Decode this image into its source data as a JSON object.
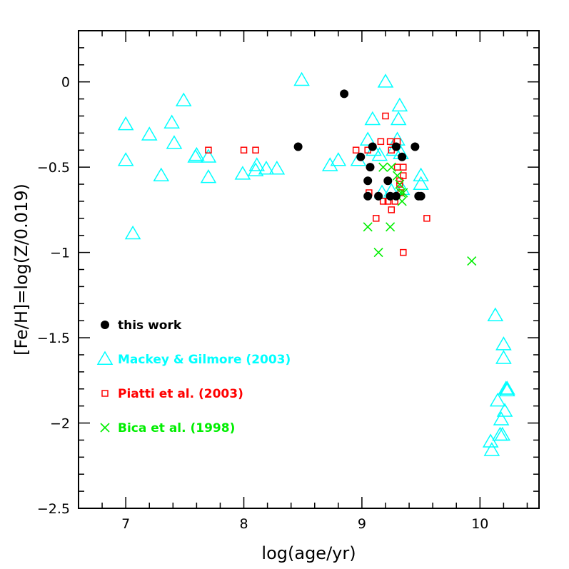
{
  "chart_data": {
    "type": "scatter",
    "xlabel": "log(age/yr)",
    "ylabel": "[Fe/H]=log(Z/0.019)",
    "xlim": [
      6.6,
      10.5
    ],
    "ylim": [
      -2.5,
      0.3
    ],
    "x_ticks": [
      {
        "value": 7,
        "label": "7"
      },
      {
        "value": 8,
        "label": "8"
      },
      {
        "value": 9,
        "label": "9"
      },
      {
        "value": 10,
        "label": "10"
      }
    ],
    "y_ticks": [
      {
        "value": 0,
        "label": "0"
      },
      {
        "value": -0.5,
        "label": "-0.5"
      },
      {
        "value": -1,
        "label": "-1"
      },
      {
        "value": -1.5,
        "label": "-1.5"
      },
      {
        "value": -2,
        "label": "-2"
      },
      {
        "value": -2.5,
        "label": "-2.5"
      }
    ],
    "legend_position": "lower-left",
    "grid": false,
    "series": [
      {
        "name": "this work",
        "marker": "circle-filled",
        "color": "#000000",
        "points": [
          [
            8.46,
            -0.38
          ],
          [
            8.85,
            -0.07
          ],
          [
            8.99,
            -0.44
          ],
          [
            9.05,
            -0.58
          ],
          [
            9.05,
            -0.67
          ],
          [
            9.07,
            -0.5
          ],
          [
            9.09,
            -0.38
          ],
          [
            9.14,
            -0.67
          ],
          [
            9.22,
            -0.58
          ],
          [
            9.24,
            -0.67
          ],
          [
            9.29,
            -0.67
          ],
          [
            9.29,
            -0.38
          ],
          [
            9.34,
            -0.44
          ],
          [
            9.45,
            -0.38
          ],
          [
            9.48,
            -0.67
          ],
          [
            9.5,
            -0.67
          ]
        ]
      },
      {
        "name": "Mackey & Gilmore (2003)",
        "marker": "triangle-open",
        "color": "#00ffff",
        "points": [
          [
            7.0,
            -0.25
          ],
          [
            7.0,
            -0.46
          ],
          [
            7.06,
            -0.89
          ],
          [
            7.2,
            -0.31
          ],
          [
            7.3,
            -0.55
          ],
          [
            7.39,
            -0.24
          ],
          [
            7.41,
            -0.36
          ],
          [
            7.49,
            -0.11
          ],
          [
            7.59,
            -0.44
          ],
          [
            7.6,
            -0.43
          ],
          [
            7.7,
            -0.56
          ],
          [
            7.7,
            -0.44
          ],
          [
            7.99,
            -0.54
          ],
          [
            8.1,
            -0.52
          ],
          [
            8.11,
            -0.49
          ],
          [
            8.19,
            -0.51
          ],
          [
            8.28,
            -0.51
          ],
          [
            8.49,
            0.01
          ],
          [
            8.73,
            -0.49
          ],
          [
            8.8,
            -0.46
          ],
          [
            8.97,
            -0.46
          ],
          [
            9.05,
            -0.34
          ],
          [
            9.09,
            -0.22
          ],
          [
            9.1,
            -0.4
          ],
          [
            9.15,
            -0.43
          ],
          [
            9.17,
            -0.65
          ],
          [
            9.2,
            0.0
          ],
          [
            9.25,
            -0.64
          ],
          [
            9.27,
            -0.4
          ],
          [
            9.3,
            -0.34
          ],
          [
            9.31,
            -0.22
          ],
          [
            9.32,
            -0.14
          ],
          [
            9.33,
            -0.42
          ],
          [
            9.34,
            -0.63
          ],
          [
            9.5,
            -0.55
          ],
          [
            9.5,
            -0.6
          ],
          [
            10.13,
            -1.37
          ],
          [
            10.15,
            -1.87
          ],
          [
            10.17,
            -2.07
          ],
          [
            10.18,
            -1.98
          ],
          [
            10.19,
            -2.07
          ],
          [
            10.2,
            -1.54
          ],
          [
            10.2,
            -1.62
          ],
          [
            10.21,
            -1.93
          ],
          [
            10.22,
            -1.8
          ],
          [
            10.23,
            -1.8
          ],
          [
            10.23,
            -1.81
          ],
          [
            10.09,
            -2.11
          ],
          [
            10.1,
            -2.16
          ]
        ]
      },
      {
        "name": "Piatti et al. (2003)",
        "marker": "square-open",
        "color": "#ff0000",
        "points": [
          [
            7.7,
            -0.4
          ],
          [
            8.0,
            -0.4
          ],
          [
            8.1,
            -0.4
          ],
          [
            8.95,
            -0.4
          ],
          [
            9.05,
            -0.4
          ],
          [
            9.06,
            -0.65
          ],
          [
            9.12,
            -0.8
          ],
          [
            9.16,
            -0.35
          ],
          [
            9.18,
            -0.7
          ],
          [
            9.2,
            -0.2
          ],
          [
            9.22,
            -0.7
          ],
          [
            9.24,
            -0.35
          ],
          [
            9.25,
            -0.75
          ],
          [
            9.25,
            -0.4
          ],
          [
            9.28,
            -0.7
          ],
          [
            9.3,
            -0.35
          ],
          [
            9.3,
            -0.5
          ],
          [
            9.32,
            -0.58
          ],
          [
            9.32,
            -0.6
          ],
          [
            9.33,
            -0.65
          ],
          [
            9.35,
            -0.55
          ],
          [
            9.35,
            -1.0
          ],
          [
            9.35,
            -0.5
          ],
          [
            9.55,
            -0.8
          ]
        ]
      },
      {
        "name": "Bica et al. (1998)",
        "marker": "cross",
        "color": "#00ee00",
        "points": [
          [
            9.05,
            -0.85
          ],
          [
            9.14,
            -1.0
          ],
          [
            9.18,
            -0.5
          ],
          [
            9.24,
            -0.85
          ],
          [
            9.25,
            -0.5
          ],
          [
            9.3,
            -0.55
          ],
          [
            9.32,
            -0.6
          ],
          [
            9.33,
            -0.65
          ],
          [
            9.34,
            -0.7
          ],
          [
            9.35,
            -0.65
          ],
          [
            9.93,
            -1.05
          ]
        ]
      }
    ]
  }
}
